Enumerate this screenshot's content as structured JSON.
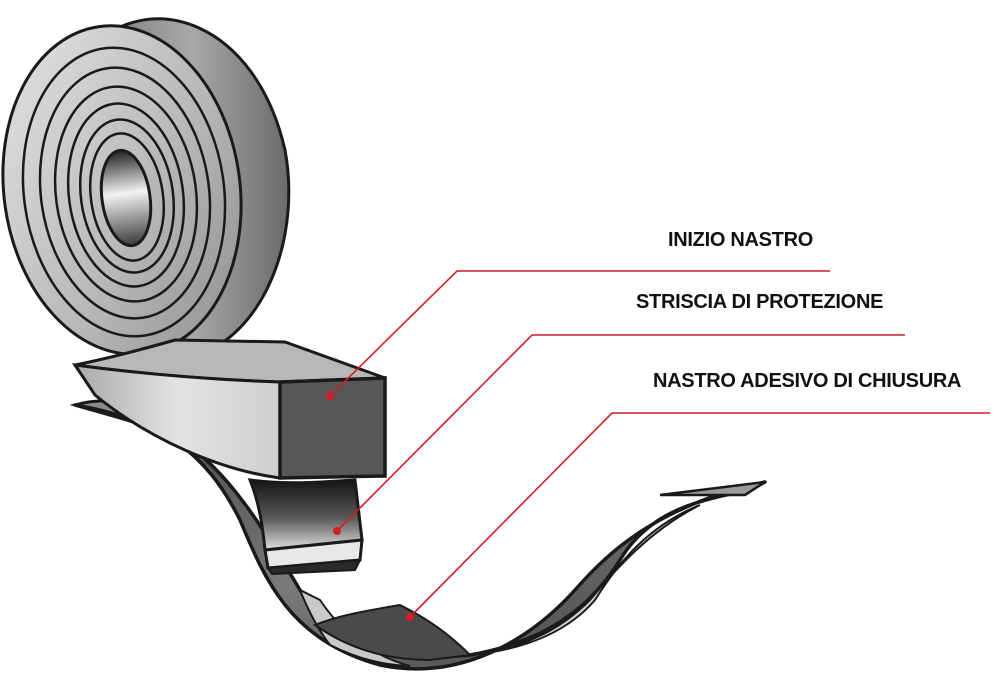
{
  "colors": {
    "leader_line": "#d11f26",
    "outline": "#1a1a1a",
    "roll_face": "#bdbdbd",
    "block_dark": "#555555",
    "tape_dark": "#4a4a4a",
    "tape_light": "#c8c8c8"
  },
  "labels": {
    "inizio": "INIZIO NASTRO",
    "striscia": "STRISCIA DI PROTEZIONE",
    "adesivo": "NASTRO ADESIVO DI CHIUSURA"
  }
}
